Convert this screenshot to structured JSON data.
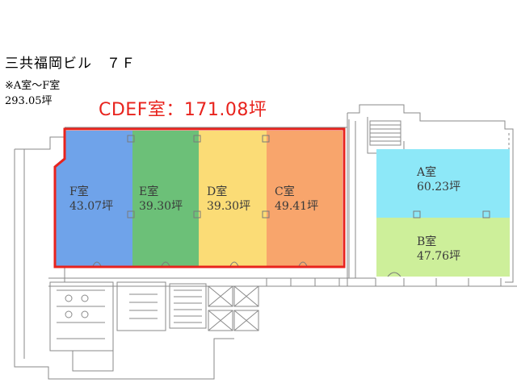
{
  "header": {
    "building_title": "三共福岡ビル　７Ｆ",
    "note_rooms": "※A室～F室",
    "note_total": "293.05坪",
    "highlight": "CDEF室：171.08坪"
  },
  "rooms": [
    {
      "id": "F",
      "name": "F室",
      "area": "43.07坪",
      "color": "#6fa3ea"
    },
    {
      "id": "E",
      "name": "E室",
      "area": "39.30坪",
      "color": "#6cc078"
    },
    {
      "id": "D",
      "name": "D室",
      "area": "39.30坪",
      "color": "#fbdc76"
    },
    {
      "id": "C",
      "name": "C室",
      "area": "49.41坪",
      "color": "#f8a56c"
    },
    {
      "id": "A",
      "name": "A室",
      "area": "60.23坪",
      "color": "#8de8f8"
    },
    {
      "id": "B",
      "name": "B室",
      "area": "47.76坪",
      "color": "#cdef9a"
    }
  ],
  "colors": {
    "highlight_border": "#e8231d",
    "wall": "#8a8a8a"
  }
}
